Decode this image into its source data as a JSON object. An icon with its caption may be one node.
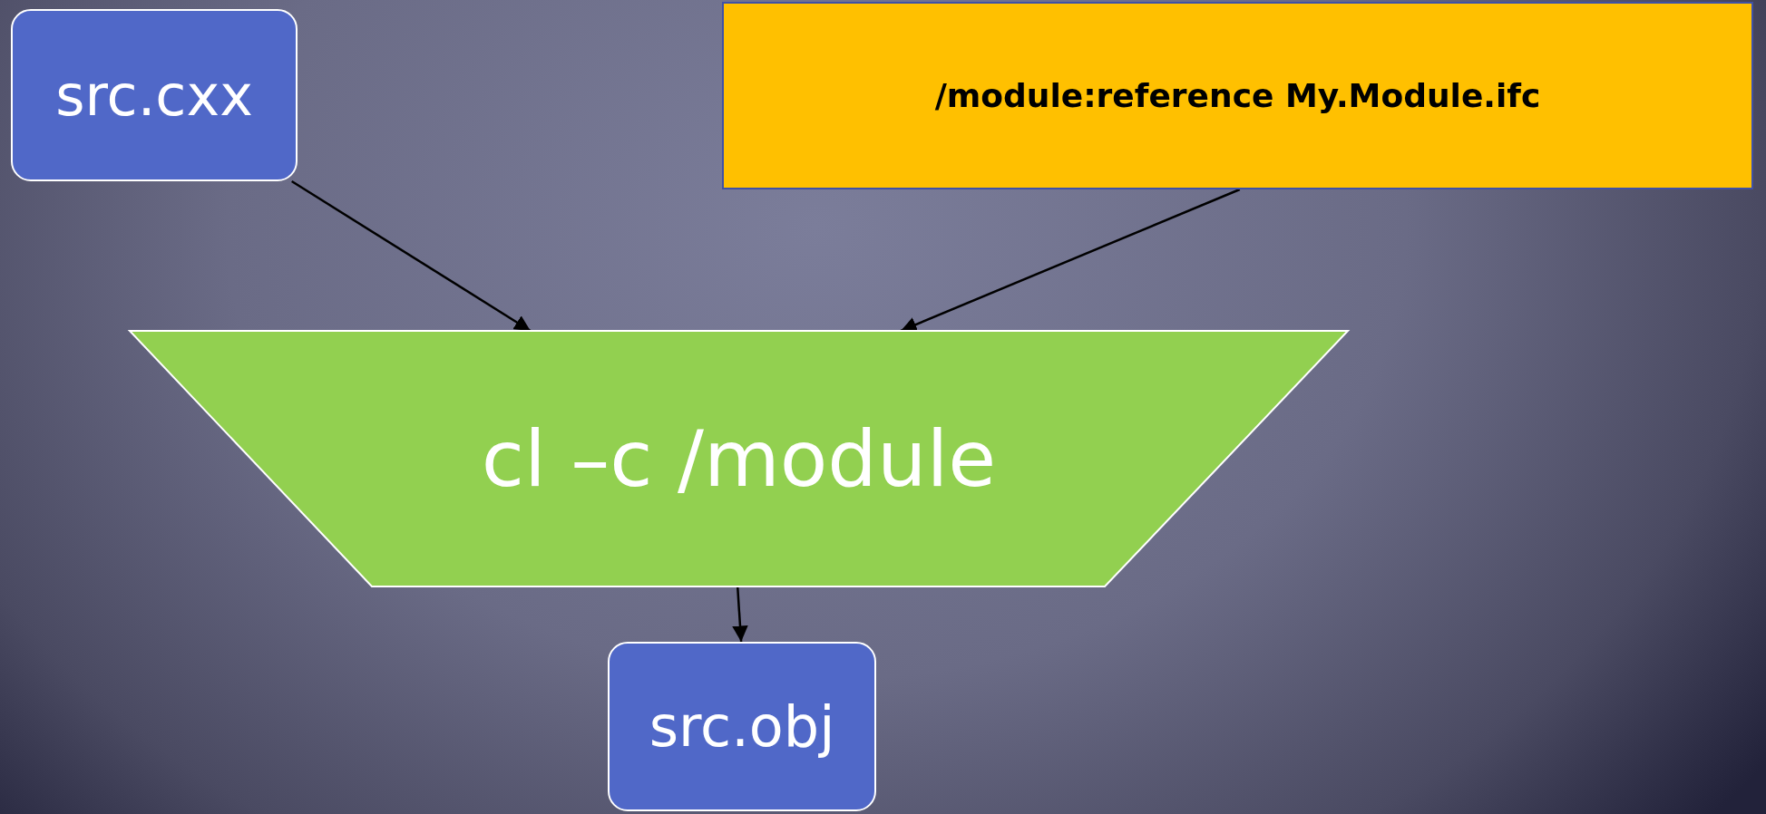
{
  "diagram": {
    "nodes": [
      {
        "text": [
          "src.cxx"
        ]
      },
      {
        "text": [
          "/module:reference My.Module.ifc"
        ]
      },
      {
        "text": [
          "cl –c /module"
        ]
      },
      {
        "text": [
          "src.obj"
        ]
      }
    ],
    "edges": [
      {
        "from": 0,
        "to": 2,
        "arrow": "to"
      },
      {
        "from": 1,
        "to": 2,
        "arrow": "to"
      },
      {
        "from": 2,
        "to": 3,
        "arrow": "to"
      }
    ]
  }
}
